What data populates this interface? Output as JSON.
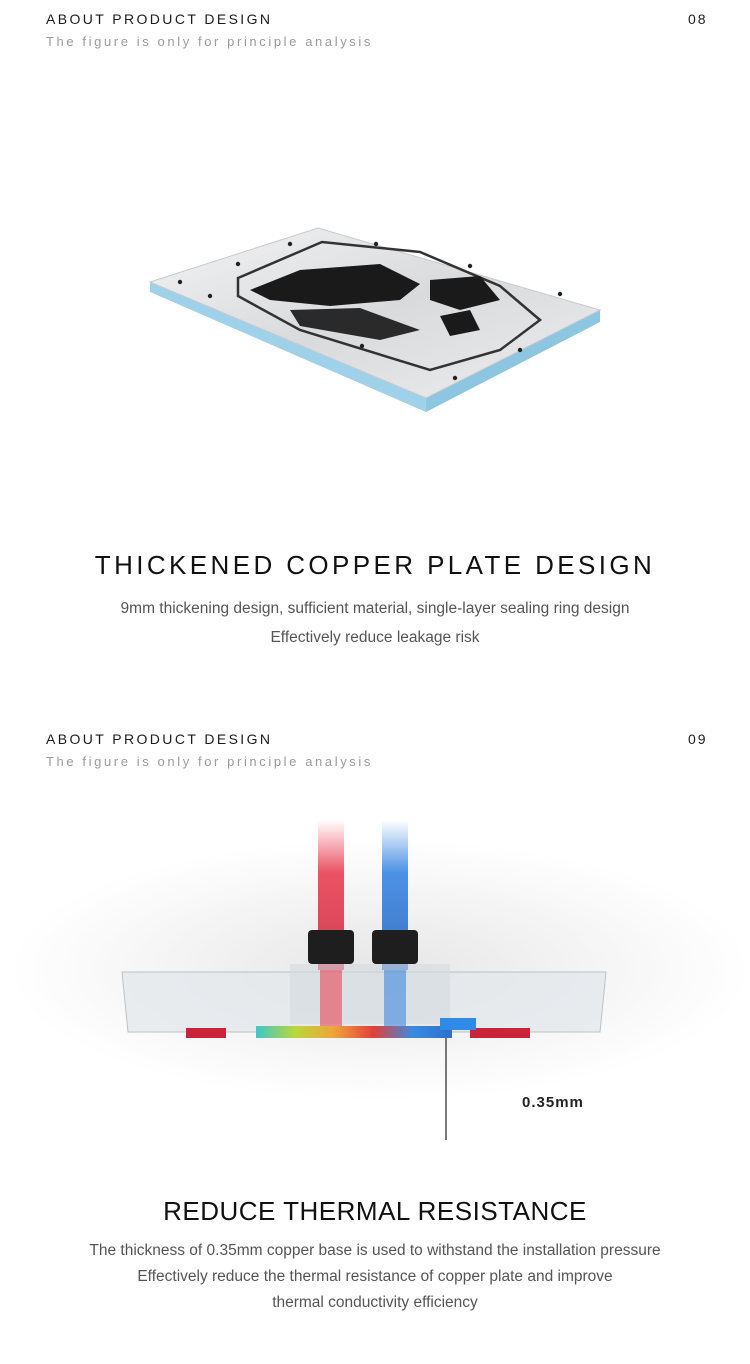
{
  "sections": [
    {
      "kicker": "ABOUT PRODUCT DESIGN",
      "subkicker": "The figure is only for principle analysis",
      "page_number": "08",
      "headline": "THICKENED COPPER PLATE DESIGN",
      "paragraph_lines": [
        "9mm thickening design, sufficient material, single-layer sealing ring design",
        "Effectively reduce leakage risk"
      ]
    },
    {
      "kicker": "ABOUT PRODUCT DESIGN",
      "subkicker": "The figure is only for principle analysis",
      "page_number": "09",
      "headline": "REDUCE THERMAL RESISTANCE",
      "paragraph_lines": [
        "The thickness of 0.35mm copper base is used to withstand the installation pressure",
        "Effectively reduce the thermal resistance of copper plate and improve",
        "thermal conductivity efficiency"
      ],
      "dimension_label": "0.35mm"
    }
  ],
  "colors": {
    "plate_edge": "#9fd2ea",
    "hot_tube": "#e8364a",
    "cold_tube": "#2f7fe0"
  }
}
